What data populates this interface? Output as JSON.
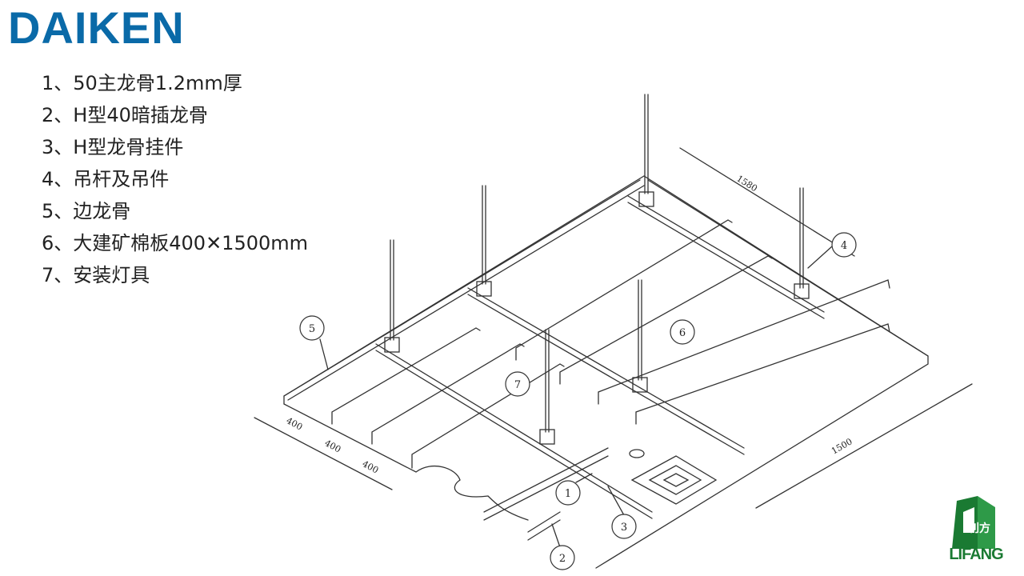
{
  "brand": {
    "logo_text": "DAIKEN"
  },
  "legend": [
    "1、50主龙骨1.2mm厚",
    "2、H型40暗插龙骨",
    "3、H型龙骨挂件",
    "4、吊杆及吊件",
    "5、边龙骨",
    "6、大建矿棉板400✕1500mm",
    "7、安装灯具"
  ],
  "callouts": [
    "1",
    "2",
    "3",
    "4",
    "5",
    "6",
    "7"
  ],
  "dimensions": {
    "d1580": "1580",
    "d1500": "1500",
    "d400a": "400",
    "d400b": "400",
    "d400c": "400"
  },
  "badge": {
    "chars": "利方",
    "word": "LIFANG"
  },
  "colors": {
    "brand_blue": "#0a6aa8",
    "badge_green": "#1a7a32",
    "line": "#333333"
  }
}
